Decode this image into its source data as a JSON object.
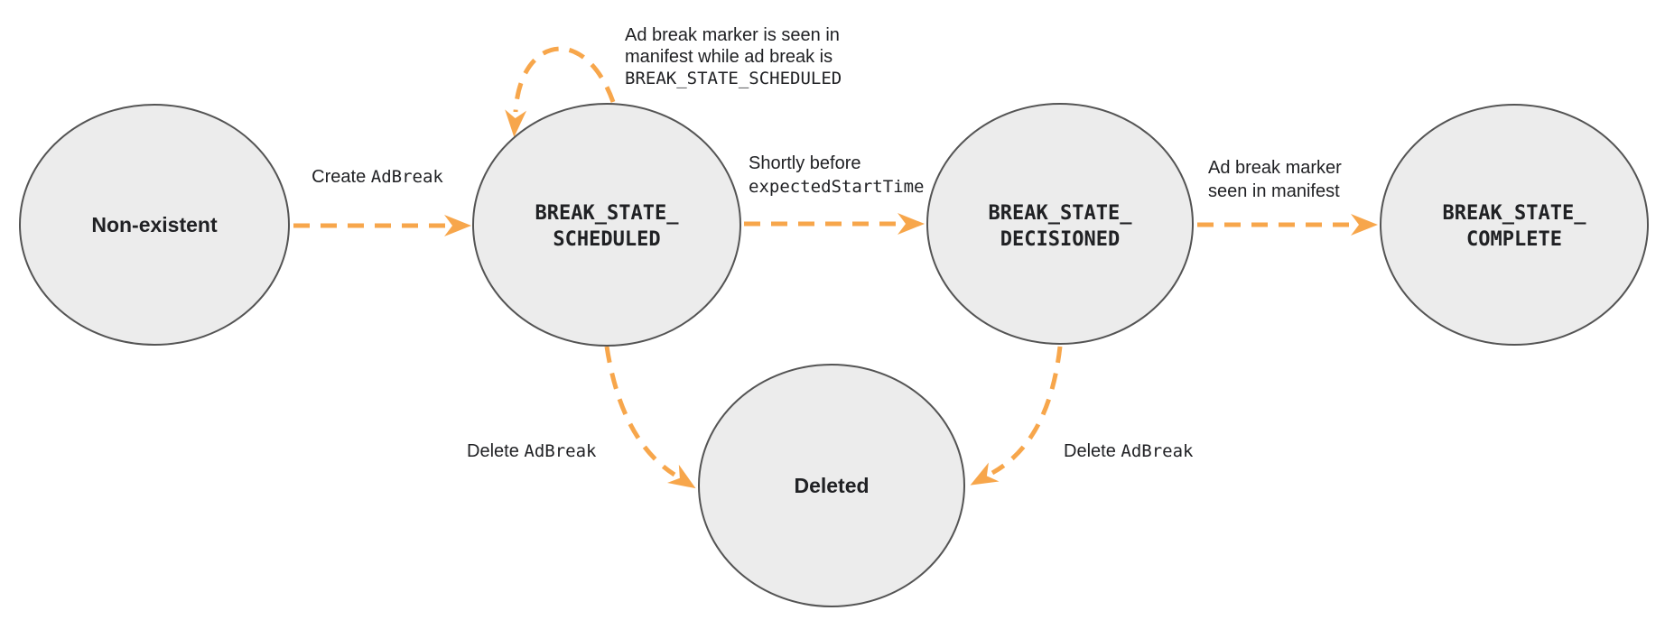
{
  "diagram": {
    "type": "state-transition-diagram",
    "colors": {
      "arrow": "#F7A64B",
      "node_fill": "#ECECEC",
      "node_stroke": "#545454",
      "text": "#202124"
    },
    "nodes": [
      {
        "id": "non-existent",
        "label_lines": [
          "Non-existent"
        ]
      },
      {
        "id": "break-state-scheduled",
        "label_lines": [
          "BREAK_STATE_",
          "SCHEDULED"
        ]
      },
      {
        "id": "break-state-decisioned",
        "label_lines": [
          "BREAK_STATE_",
          "DECISIONED"
        ]
      },
      {
        "id": "break-state-complete",
        "label_lines": [
          "BREAK_STATE_",
          "COMPLETE"
        ]
      },
      {
        "id": "deleted",
        "label_lines": [
          "Deleted"
        ]
      }
    ],
    "edges": [
      {
        "from": "non-existent",
        "to": "break-state-scheduled",
        "label_text": "Create ",
        "label_code": "AdBreak"
      },
      {
        "from": "break-state-scheduled",
        "to": "break-state-scheduled",
        "label_lines": [
          "Ad break marker is seen in",
          "manifest while ad break is",
          "BREAK_STATE_SCHEDULED"
        ]
      },
      {
        "from": "break-state-scheduled",
        "to": "break-state-decisioned",
        "label_text": "Shortly before",
        "label_code": "expectedStartTime"
      },
      {
        "from": "break-state-decisioned",
        "to": "break-state-complete",
        "label_lines": [
          "Ad break marker",
          "seen in manifest"
        ]
      },
      {
        "from": "break-state-scheduled",
        "to": "deleted",
        "label_text": "Delete ",
        "label_code": "AdBreak"
      },
      {
        "from": "break-state-decisioned",
        "to": "deleted",
        "label_text": "Delete ",
        "label_code": "AdBreak"
      }
    ]
  }
}
